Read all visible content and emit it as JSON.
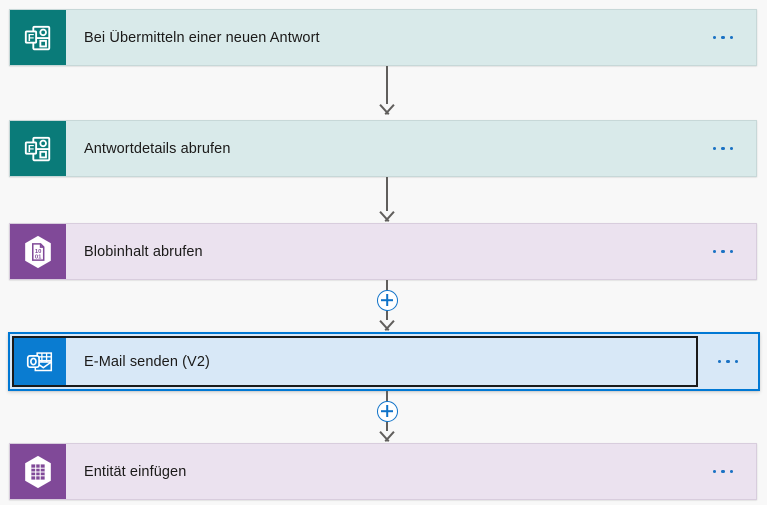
{
  "colors": {
    "canvas_background": "#f8f8f8",
    "forms_teal": "#0a7b79",
    "forms_card_fill": "#d9eaea",
    "azure_purple": "#804998",
    "azure_card_fill": "#ebe2ef",
    "outlook_blue": "#0a7cd1",
    "selected_card_fill": "#d8e8f7",
    "selection_border": "#0078d4",
    "focus_border": "#1a1a1a",
    "connector_gray": "#605e5c",
    "accent_blue": "#0f72c8"
  },
  "flow": {
    "steps": [
      {
        "id": "trigger-new-response",
        "title": "Bei Übermitteln einer neuen Antwort",
        "icon": "microsoft-forms-icon",
        "theme": "teal",
        "selected": false,
        "menu_label": "..."
      },
      {
        "id": "get-response-details",
        "title": "Antwortdetails abrufen",
        "icon": "microsoft-forms-icon",
        "theme": "teal",
        "selected": false,
        "menu_label": "..."
      },
      {
        "id": "get-blob-content",
        "title": "Blobinhalt abrufen",
        "icon": "azure-blob-storage-icon",
        "theme": "purple",
        "selected": false,
        "menu_label": "..."
      },
      {
        "id": "send-email-v2",
        "title": "E-Mail senden (V2)",
        "icon": "outlook-icon",
        "theme": "outlook",
        "selected": true,
        "menu_label": "..."
      },
      {
        "id": "insert-entity",
        "title": "Entität einfügen",
        "icon": "azure-table-storage-icon",
        "theme": "purple",
        "selected": false,
        "menu_label": "..."
      }
    ],
    "connectors": [
      {
        "id": "connector-1",
        "has_plus_button": false
      },
      {
        "id": "connector-2",
        "has_plus_button": false
      },
      {
        "id": "connector-3",
        "has_plus_button": true
      },
      {
        "id": "connector-4",
        "has_plus_button": true
      }
    ]
  }
}
